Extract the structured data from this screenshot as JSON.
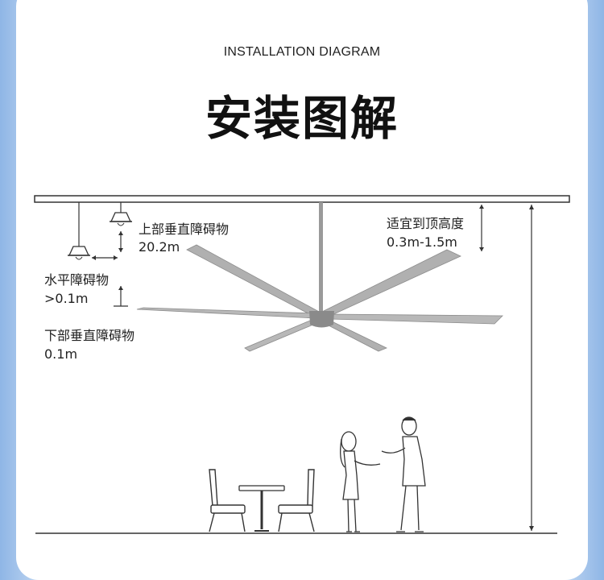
{
  "header": {
    "subtitle": "INSTALLATION DIAGRAM",
    "title": "安装图解"
  },
  "labels": {
    "upper_obstacle": "上部垂直障碍物",
    "upper_obstacle_value": "20.2m",
    "horizontal_obstacle": "水平障碍物",
    "horizontal_obstacle_value": ">0.1m",
    "lower_obstacle": "下部垂直障碍物",
    "lower_obstacle_value": "0.1m",
    "suitable_height": "适宜到顶高度",
    "suitable_height_value": "0.3m-1.5m"
  },
  "colors": {
    "line": "#333333",
    "fan_blade": "#a9a9a9",
    "fan_hub": "#8a8a8a",
    "background_edge": "#8fb6e6"
  },
  "icons": [
    "pendant-lamp-icon",
    "ceiling-fan-icon",
    "chair-icon",
    "table-icon",
    "people-icon"
  ]
}
